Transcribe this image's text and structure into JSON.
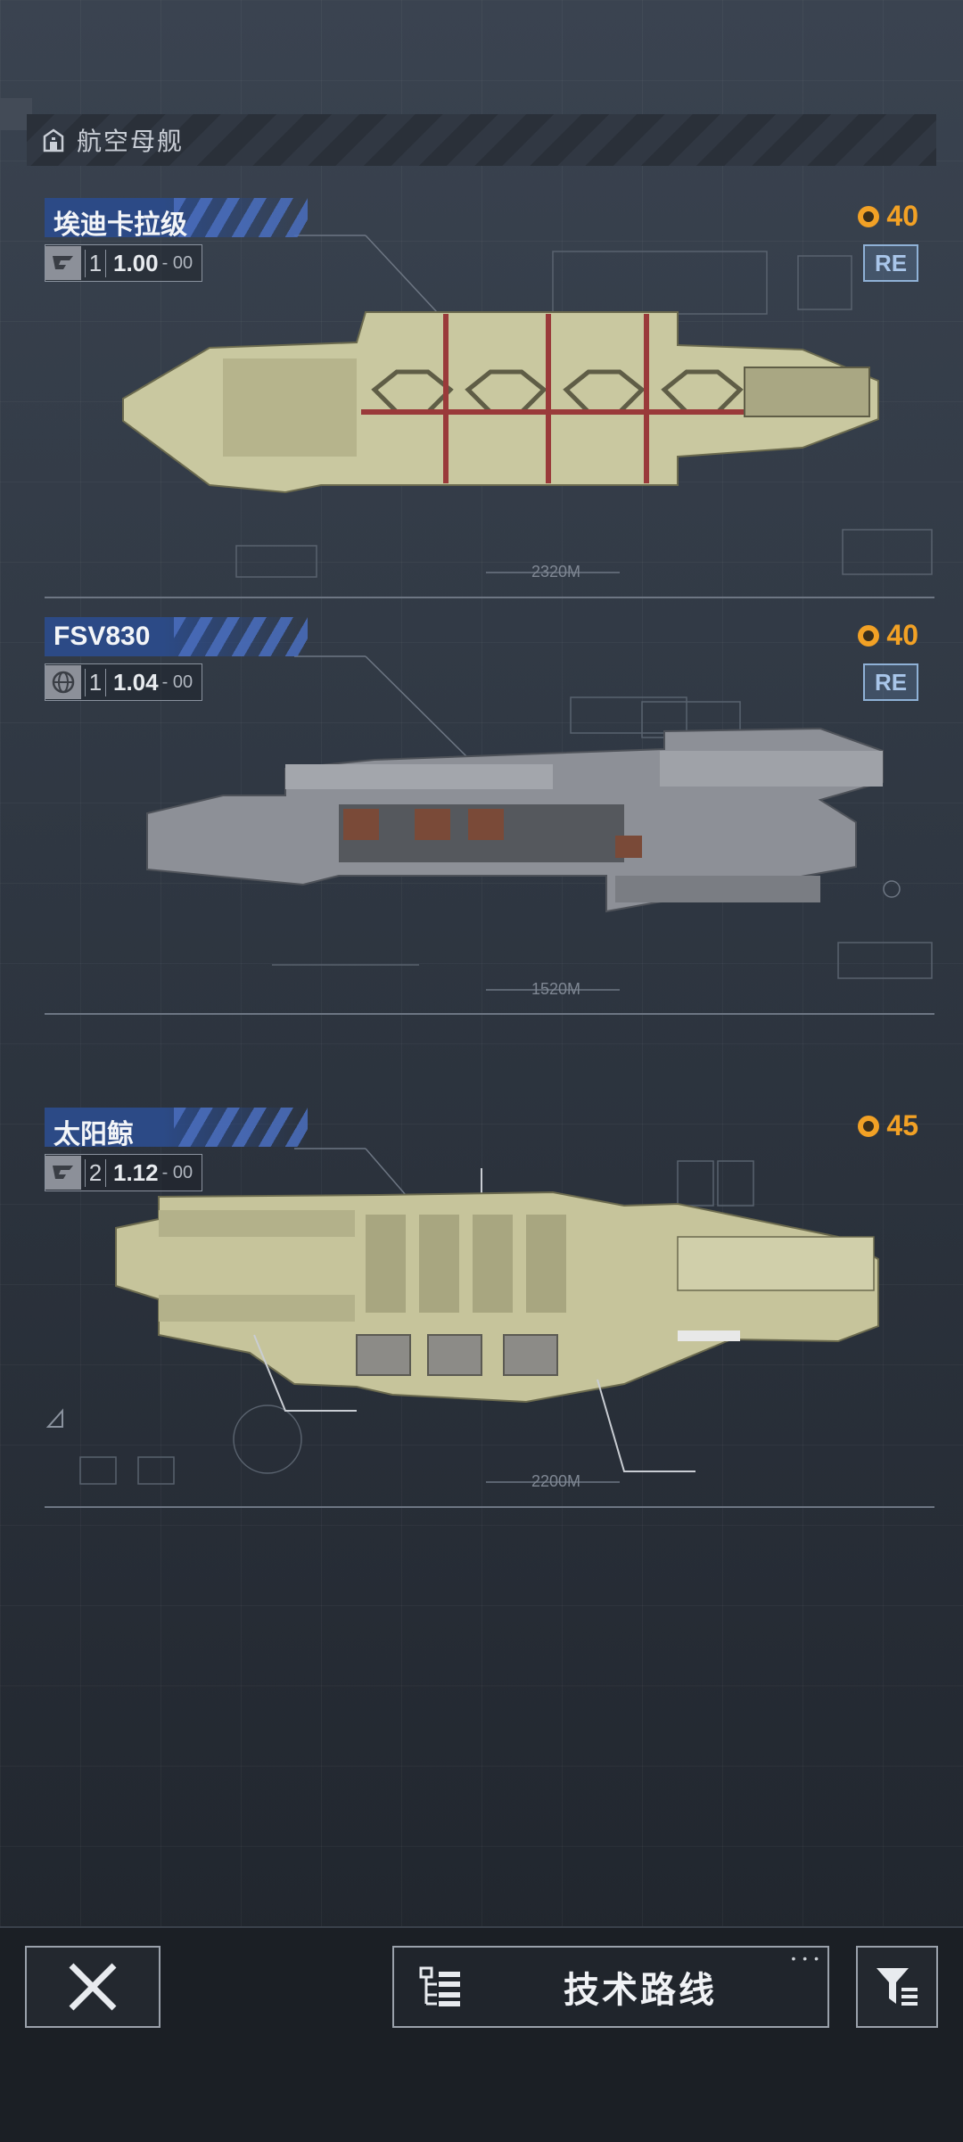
{
  "category": {
    "label": "航空母舰",
    "icon": "hangar-icon"
  },
  "ships": [
    {
      "name": "埃迪卡拉级",
      "stat_icon": "manufacturer-logo-icon",
      "tier": "1",
      "version_main": "1.00",
      "version_sub": "- 00",
      "cost": "40",
      "badge": "RE",
      "length_label": "2320M",
      "hull_color": "#c9c8a0"
    },
    {
      "name": "FSV830",
      "stat_icon": "globe-icon",
      "tier": "1",
      "version_main": "1.04",
      "version_sub": "- 00",
      "cost": "40",
      "badge": "RE",
      "length_label": "1520M",
      "hull_color": "#8d9097"
    },
    {
      "name": "太阳鲸",
      "stat_icon": "manufacturer-logo-icon",
      "tier": "2",
      "version_main": "1.12",
      "version_sub": "- 00",
      "cost": "45",
      "badge": "",
      "length_label": "2200M",
      "hull_color": "#c6c49b"
    }
  ],
  "bottom_bar": {
    "close_icon": "close-icon",
    "tech_route_label": "技术路线",
    "tech_route_icon": "tree-icon",
    "filter_icon": "filter-icon"
  },
  "colors": {
    "accent": "#f2a125",
    "name_tag": "#2c4a86",
    "badge": "#8fb1d6"
  }
}
